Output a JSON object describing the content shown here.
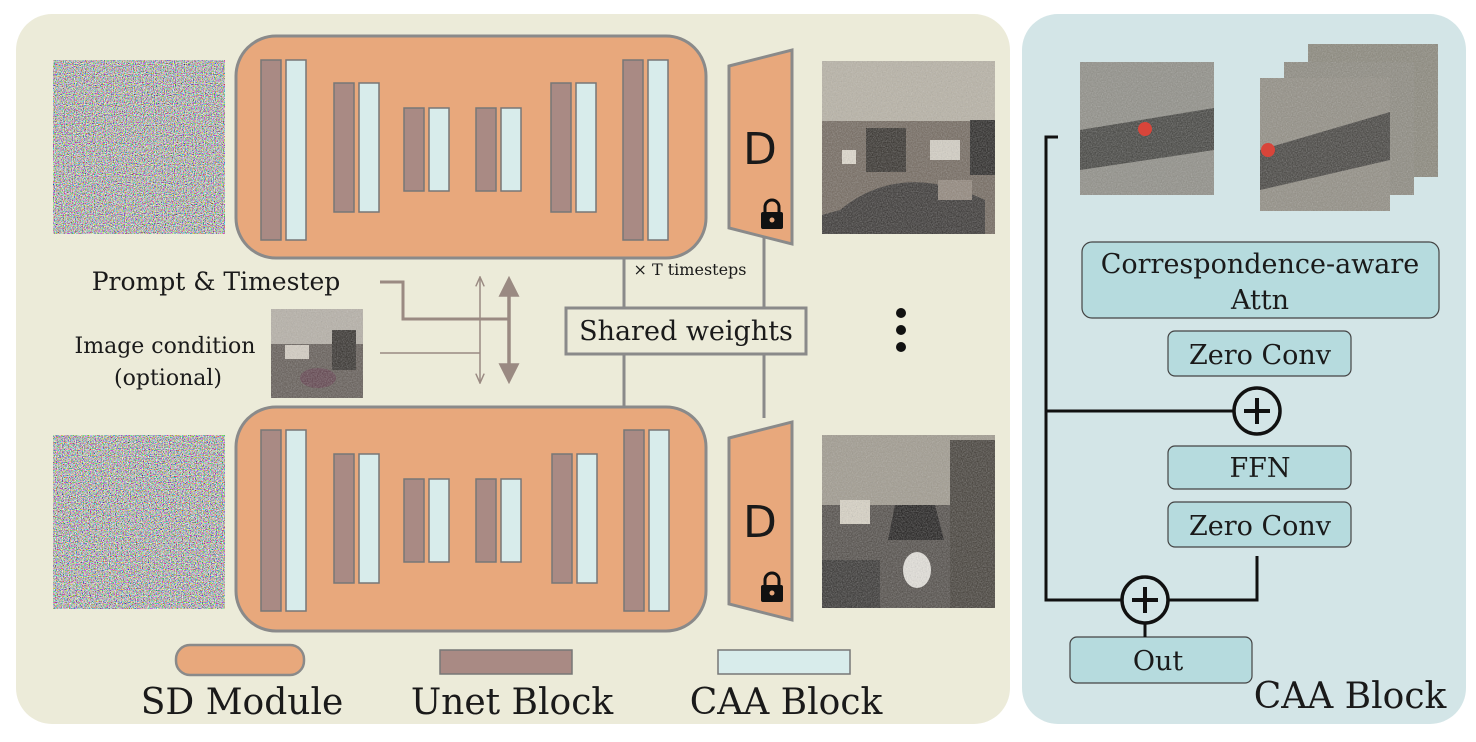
{
  "left_panel": {
    "prompt_label": "Prompt & Timestep",
    "image_condition_line1": "Image condition",
    "image_condition_line2": "(optional)",
    "timesteps_label": "× T timesteps",
    "shared_weights_label": "Shared weights",
    "decoder_label": "D",
    "ellipsis": "⋮"
  },
  "legend": {
    "sd_module": "SD Module",
    "unet_block": "Unet Block",
    "caa_block": "CAA Block"
  },
  "right_panel": {
    "attn_line1": "Correspondence-aware",
    "attn_line2": "Attn",
    "zero_conv_1": "Zero Conv",
    "ffn": "FFN",
    "zero_conv_2": "Zero Conv",
    "out": "Out",
    "title": "CAA Block"
  },
  "colors": {
    "left_bg": "#ecebd9",
    "right_bg": "#d3e5e7",
    "sd_module": "#e8a87c",
    "unet_block": "#a98a84",
    "caa_block": "#d8eceb",
    "right_box": "#b6dbde",
    "stroke": "#8a8a8a"
  },
  "icons": {
    "lock": "lock-icon",
    "plus": "plus-circle-icon",
    "ellipsis": "vertical-ellipsis-icon"
  }
}
